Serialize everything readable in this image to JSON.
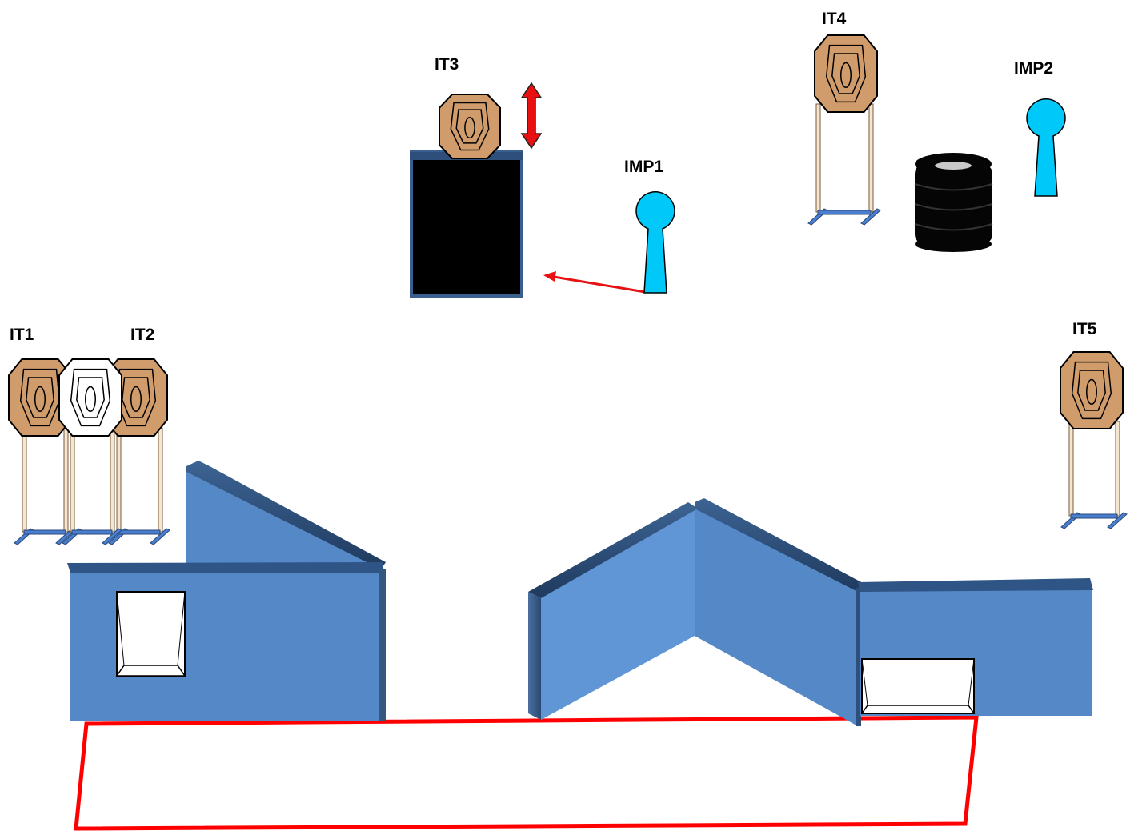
{
  "labels": {
    "it1": "IT1",
    "it2": "IT2",
    "it3": "IT3",
    "it4": "IT4",
    "it5": "IT5",
    "imp1": "IMP1",
    "imp2": "IMP2"
  },
  "colors": {
    "target_fill": "#d09c6c",
    "no_shoot_fill": "#ffffff",
    "popper_fill": "#00c8f8",
    "wall_fill": "#5588c6",
    "wall_dark": "#2e4f7c",
    "stand_blue": "#4a7fd0",
    "shooting_box": "#ff0000",
    "activation_arrow": "#e81010",
    "barrel_black": "#000000",
    "tire_black": "#050505"
  },
  "icons": {
    "steel_target": "octagon-target-icon",
    "no_shoot": "no-shoot-target-icon",
    "popper": "popper-icon",
    "moving_indicator": "double-arrow-icon",
    "tire_stack": "tire-stack-icon"
  }
}
